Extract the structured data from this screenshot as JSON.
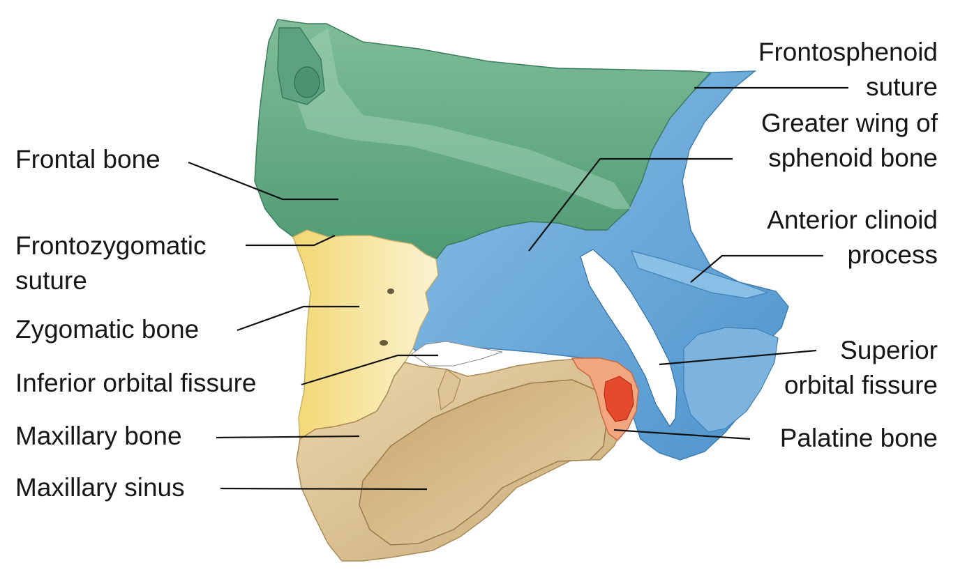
{
  "labels": {
    "frontal_bone": "Frontal bone",
    "frontozygomatic_suture": [
      "Frontozygomatic",
      "suture"
    ],
    "zygomatic_bone": "Zygomatic bone",
    "inferior_orbital_fissure": "Inferior orbital fissure",
    "maxillary_bone": "Maxillary bone",
    "maxillary_sinus": "Maxillary sinus",
    "frontosphenoid_suture": [
      "Frontosphenoid",
      "suture"
    ],
    "greater_wing_of_sphenoid": [
      "Greater wing of",
      "sphenoid bone"
    ],
    "anterior_clinoid_process": [
      "Anterior clinoid",
      "process"
    ],
    "superior_orbital_fissure": [
      "Superior",
      "orbital fissure"
    ],
    "palatine_bone": "Palatine bone"
  },
  "colors": {
    "frontal": "#6fae8a",
    "frontal_dark": "#3f8a66",
    "sphenoid": "#6ea9d8",
    "sphenoid_dark": "#3e86c0",
    "zygomatic": "#f7e7a0",
    "maxillary": "#dcc496",
    "maxillary_dark": "#b69763",
    "palatine": "#f09a72",
    "palatine_inner": "#e8442a",
    "leader_line": "#111111"
  }
}
